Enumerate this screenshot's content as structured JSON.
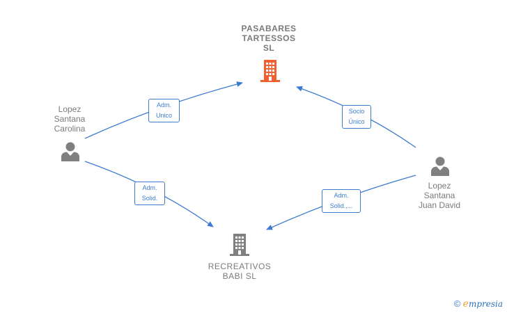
{
  "nodes": {
    "pasabares": {
      "label": "PASABARES\nTARTESSOS\nSL",
      "type": "company",
      "color": "#f06030"
    },
    "recreativos": {
      "label": "RECREATIVOS\nBABI SL",
      "type": "company",
      "color": "#808080"
    },
    "carolina": {
      "label": "Lopez\nSantana\nCarolina",
      "type": "person",
      "color": "#808080"
    },
    "juan_david": {
      "label": "Lopez\nSantana\nJuan David",
      "type": "person",
      "color": "#808080"
    }
  },
  "edges": [
    {
      "from": "carolina",
      "to": "pasabares",
      "line1": "Adm.",
      "line2": "Unico"
    },
    {
      "from": "carolina",
      "to": "recreativos",
      "line1": "Adm.",
      "line2": "Solid."
    },
    {
      "from": "juan_david",
      "to": "pasabares",
      "line1": "Socio",
      "line2": "Único"
    },
    {
      "from": "juan_david",
      "to": "recreativos",
      "line1": "Adm.",
      "line2": "Solid.,..."
    }
  ],
  "edge_color": "#3d7bd0",
  "watermark": {
    "copyright": "©",
    "brand_first": "e",
    "brand_rest": "mpresia"
  }
}
